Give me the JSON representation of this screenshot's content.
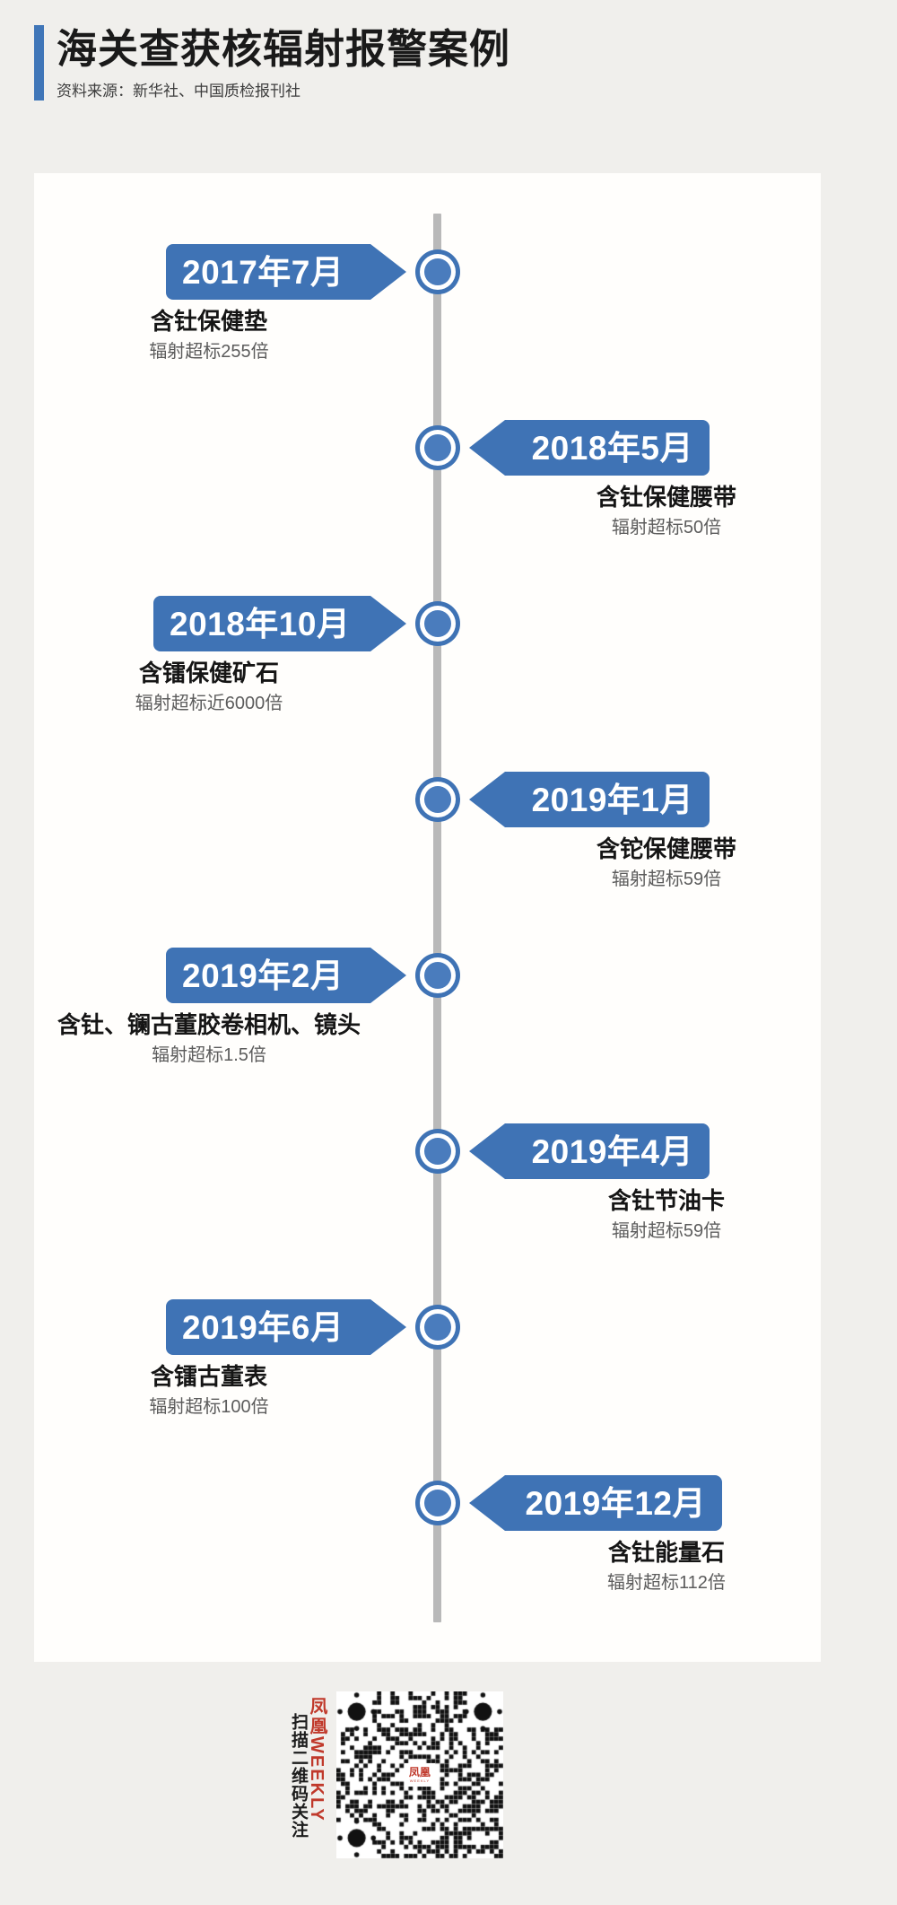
{
  "header": {
    "title": "海关查获核辐射报警案例",
    "subtitle": "资料来源：新华社、中国质检报刊社",
    "accent_color": "#4076b8"
  },
  "theme": {
    "background": "#f0efec",
    "panel": "#fffefc",
    "badge_blue": "#3f73b5",
    "spine_gray": "#b9b9b9",
    "caption_title_color": "#151515",
    "caption_sub_color": "#5c5c5c"
  },
  "timeline": {
    "items": [
      {
        "date": "2017年7月",
        "item_name": "含钍保健垫",
        "radiation": "辐射超标255倍",
        "side": "left",
        "multiple": 255
      },
      {
        "date": "2018年5月",
        "item_name": "含钍保健腰带",
        "radiation": "辐射超标50倍",
        "side": "right",
        "multiple": 50
      },
      {
        "date": "2018年10月",
        "item_name": "含镭保健矿石",
        "radiation": "辐射超标近6000倍",
        "side": "left",
        "multiple": 6000
      },
      {
        "date": "2019年1月",
        "item_name": "含铊保健腰带",
        "radiation": "辐射超标59倍",
        "side": "right",
        "multiple": 59
      },
      {
        "date": "2019年2月",
        "item_name": "含钍、镧古董胶卷相机、镜头",
        "radiation": "辐射超标1.5倍",
        "side": "left",
        "multiple": 1.5
      },
      {
        "date": "2019年4月",
        "item_name": "含钍节油卡",
        "radiation": "辐射超标59倍",
        "side": "right",
        "multiple": 59
      },
      {
        "date": "2019年6月",
        "item_name": "含镭古董表",
        "radiation": "辐射超标100倍",
        "side": "left",
        "multiple": 100
      },
      {
        "date": "2019年12月",
        "item_name": "含钍能量石",
        "radiation": "辐射超标112倍",
        "side": "right",
        "multiple": 112
      }
    ]
  },
  "footer": {
    "scan_text": "扫描二维码关注",
    "brand_text": "凤凰WEEKLY",
    "brand_color": "#c0392b",
    "qr_logo_mark": "凤凰",
    "qr_logo_sub": "WEEKLY"
  }
}
